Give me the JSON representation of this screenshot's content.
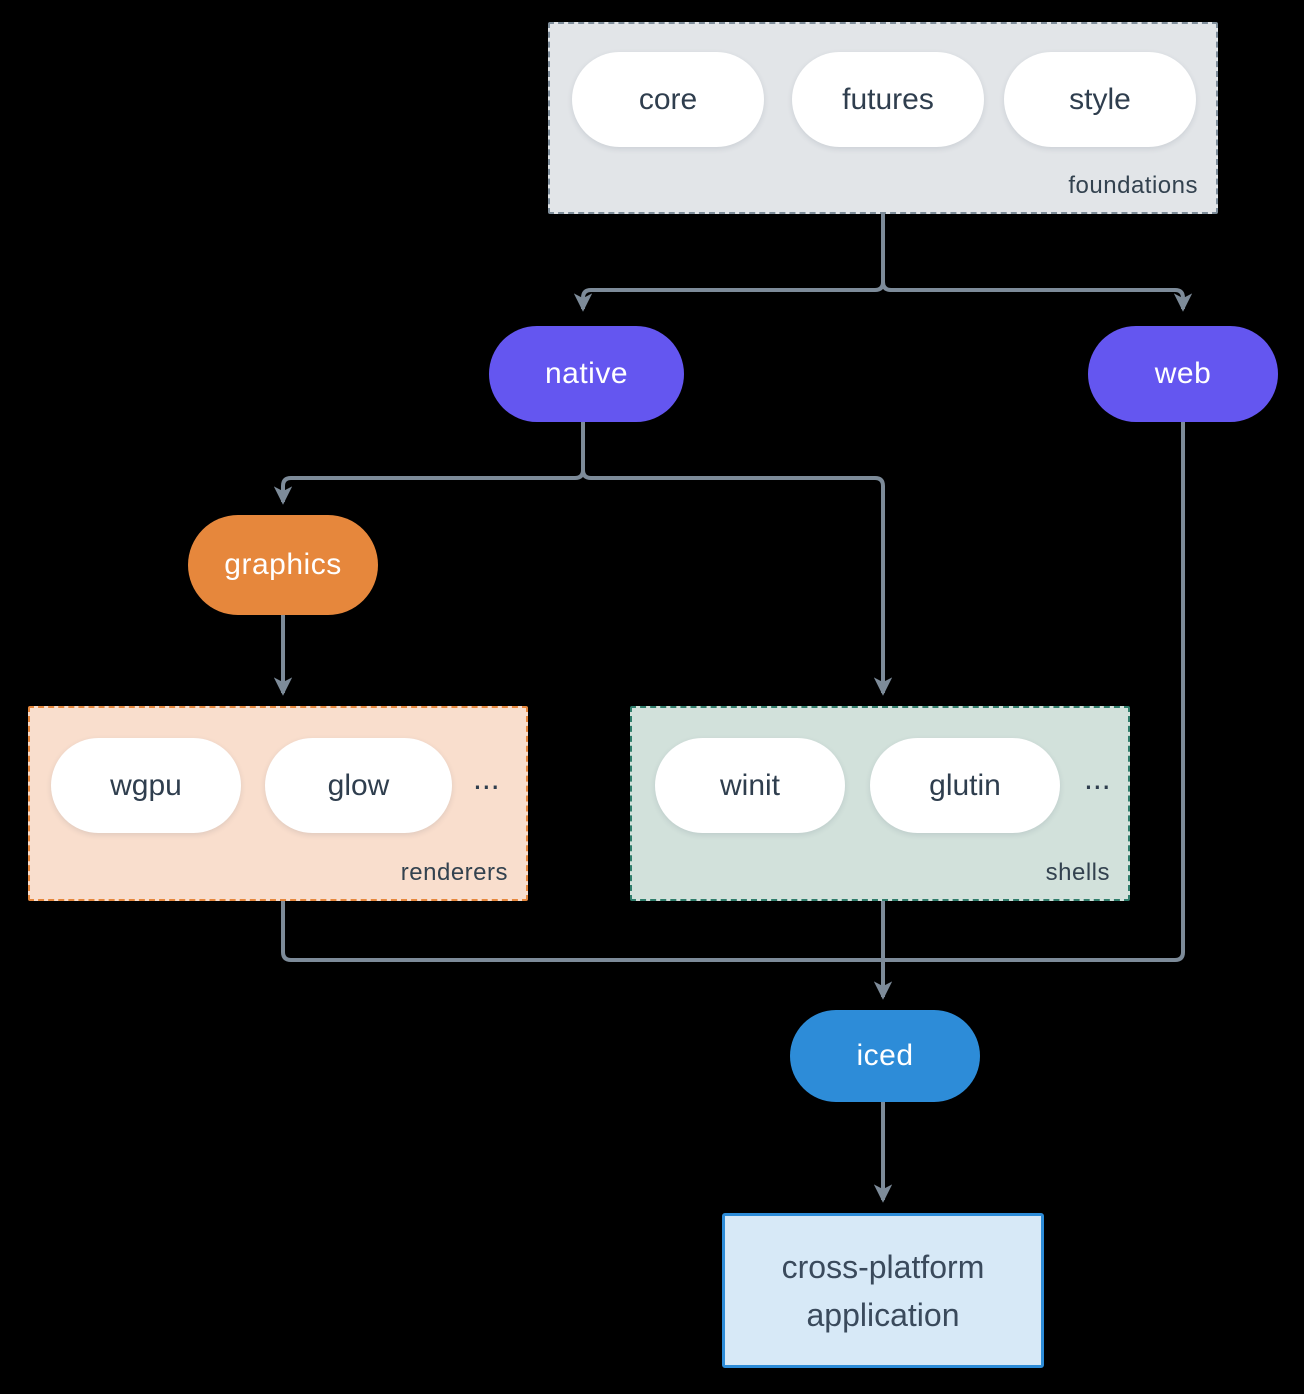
{
  "diagram": {
    "groups": {
      "foundations": {
        "label": "foundations",
        "items": [
          "core",
          "futures",
          "style"
        ]
      },
      "renderers": {
        "label": "renderers",
        "items": [
          "wgpu",
          "glow"
        ],
        "ellipsis": "..."
      },
      "shells": {
        "label": "shells",
        "items": [
          "winit",
          "glutin"
        ],
        "ellipsis": "..."
      }
    },
    "nodes": {
      "native": {
        "label": "native"
      },
      "web": {
        "label": "web"
      },
      "graphics": {
        "label": "graphics"
      },
      "iced": {
        "label": "iced"
      },
      "application": {
        "line1": "cross-platform",
        "line2": "application"
      }
    },
    "colors": {
      "background": "#000000",
      "arrow": "#7d8b99",
      "accent_purple": "#6456f0",
      "accent_orange": "#e6873c",
      "accent_blue": "#2d8cd8",
      "foundations_fill": "#e2e5e8",
      "foundations_border": "#7f8e9b",
      "renderers_fill": "#f9decd",
      "shells_fill": "#d2e1db",
      "shells_border": "#2f7d6b",
      "application_fill": "#d7e9f7",
      "text_dark": "#2f3e4e",
      "text_light": "#ffffff"
    }
  }
}
